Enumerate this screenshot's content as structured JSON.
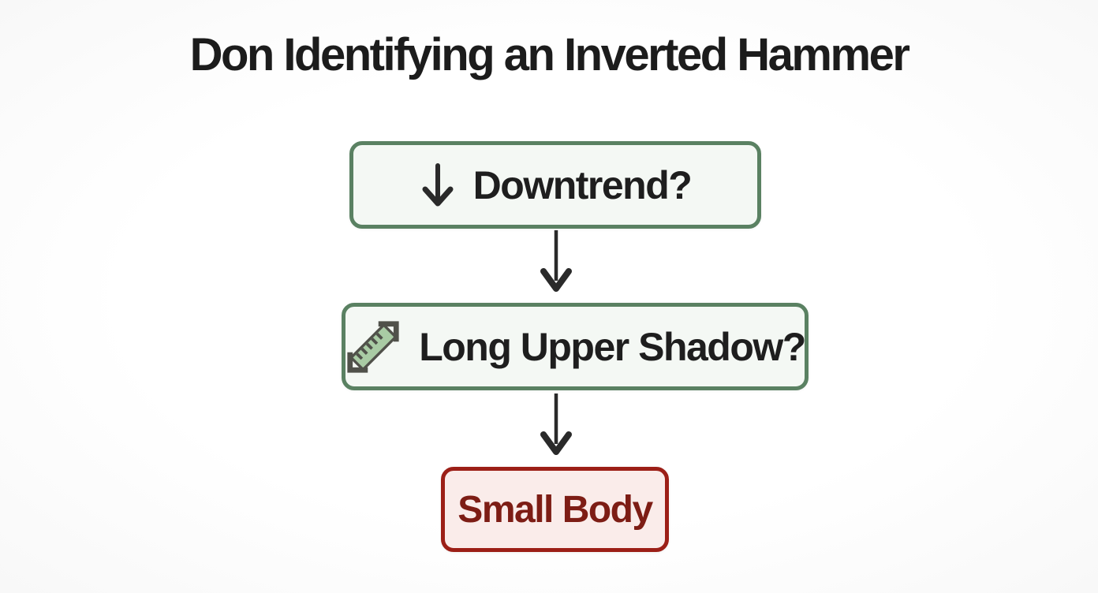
{
  "page": {
    "title": "Don Identifying an Inverted Hammer",
    "background_color": "#fcfcfc",
    "title_color": "#1c1c1c"
  },
  "flowchart": {
    "nodes": [
      {
        "id": "downtrend",
        "label": "Downtrend?",
        "icon": "down-arrow-icon",
        "border_color": "#5a8162",
        "background_color": "#f4f8f4",
        "text_color": "#1e1e1e"
      },
      {
        "id": "long-upper-shadow",
        "label": "Long Upper Shadow?",
        "icon": "diagonal-ruler-icon",
        "border_color": "#5a8162",
        "background_color": "#f4f8f4",
        "text_color": "#1e1e1e"
      },
      {
        "id": "small-body",
        "label": "Small Body",
        "icon": "none",
        "border_color": "#9c1f17",
        "background_color": "#faecea",
        "text_color": "#7d1d15"
      }
    ],
    "connectors": [
      {
        "from": "downtrend",
        "to": "long-upper-shadow",
        "style": "down-arrow",
        "color": "#2a2a2a"
      },
      {
        "from": "long-upper-shadow",
        "to": "small-body",
        "style": "down-arrow",
        "color": "#2a2a2a"
      }
    ],
    "icon_colors": {
      "ruler_fill": "#a9cba4",
      "ruler_stroke": "#50514a",
      "arrow_stroke": "#2a2a2a"
    }
  }
}
